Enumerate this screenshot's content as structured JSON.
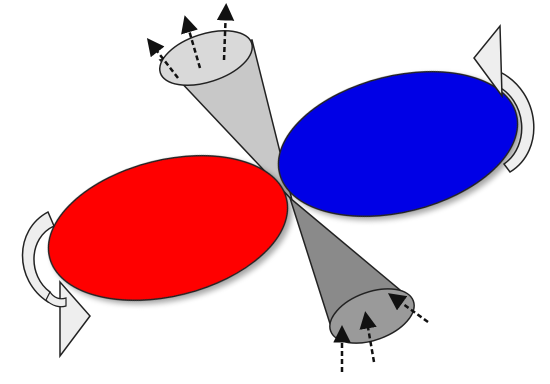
{
  "diagram": {
    "colors": {
      "background": "#ffffff",
      "red_disk": "#ff0000",
      "blue_disk": "#0000e6",
      "upper_cone": "#c8c8c8",
      "lower_cone": "#8a8a8a",
      "arrow_fill": "#eeeeee",
      "outline": "#222222"
    },
    "elements": {
      "upper_cone": {
        "arrow_count": 3
      },
      "lower_cone": {
        "arrow_count": 3
      },
      "rotation_arrows": [
        "counter-rotation-left",
        "counter-rotation-right"
      ]
    }
  }
}
